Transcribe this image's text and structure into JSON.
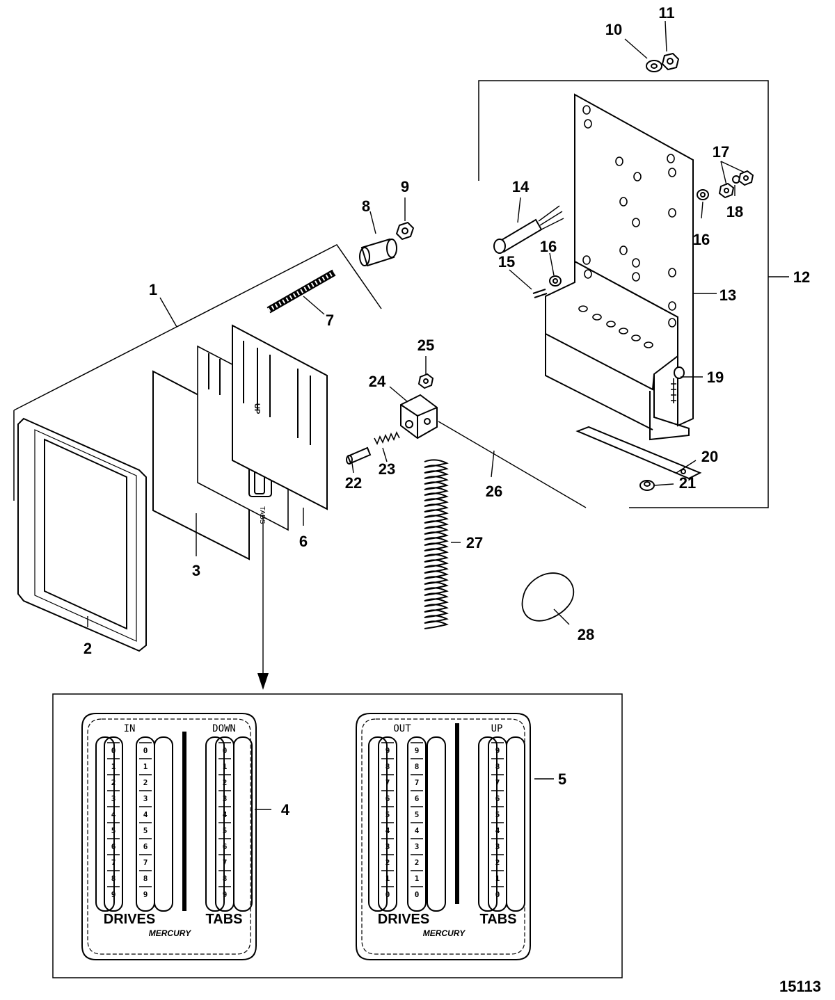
{
  "figure_number": "15113",
  "parts": [
    {
      "label": "1"
    },
    {
      "label": "2"
    },
    {
      "label": "3"
    },
    {
      "label": "4"
    },
    {
      "label": "5"
    },
    {
      "label": "6"
    },
    {
      "label": "7"
    },
    {
      "label": "8"
    },
    {
      "label": "9"
    },
    {
      "label": "10"
    },
    {
      "label": "11"
    },
    {
      "label": "12"
    },
    {
      "label": "13"
    },
    {
      "label": "14"
    },
    {
      "label": "15"
    },
    {
      "label": "16"
    },
    {
      "label": "16"
    },
    {
      "label": "17"
    },
    {
      "label": "18"
    },
    {
      "label": "19"
    },
    {
      "label": "20"
    },
    {
      "label": "21"
    },
    {
      "label": "22"
    },
    {
      "label": "23"
    },
    {
      "label": "24"
    },
    {
      "label": "25"
    },
    {
      "label": "26"
    },
    {
      "label": "27"
    },
    {
      "label": "28"
    }
  ],
  "small_scale": {
    "top_label": "UP",
    "bottom_label": "TABS"
  },
  "plate_4": {
    "left_head": "IN",
    "right_head": "DOWN",
    "left_foot": "DRIVES",
    "right_foot": "TABS",
    "scale": [
      "0",
      "1",
      "2",
      "3",
      "4",
      "5",
      "6",
      "7",
      "8",
      "9"
    ],
    "brand": "MERCURY"
  },
  "plate_5": {
    "left_head": "OUT",
    "right_head": "UP",
    "left_foot": "DRIVES",
    "right_foot": "TABS",
    "scale": [
      "9",
      "8",
      "7",
      "6",
      "5",
      "4",
      "3",
      "2",
      "1",
      "0"
    ],
    "brand": "MERCURY"
  }
}
